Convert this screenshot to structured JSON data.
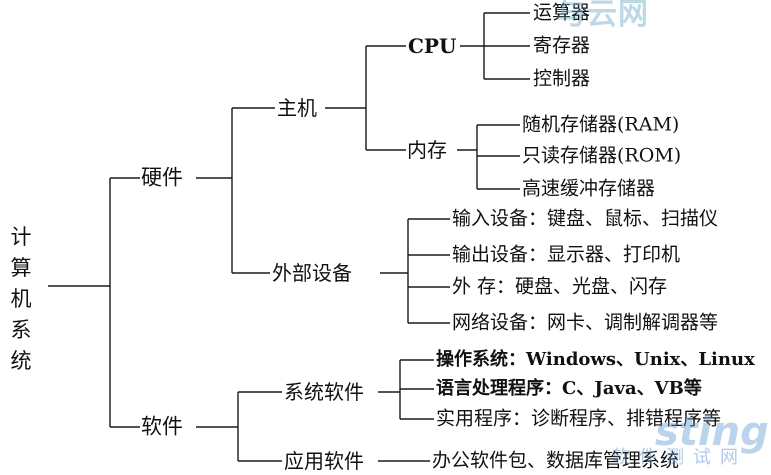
{
  "root": {
    "label": "计算机系统"
  },
  "hardware": {
    "label": "硬件",
    "host": {
      "label": "主机",
      "cpu": {
        "label": "CPU",
        "items": [
          "运算器",
          "寄存器",
          "控制器"
        ]
      },
      "memory": {
        "label": "内存",
        "items": [
          "随机存储器(RAM)",
          "只读存储器(ROM)",
          "高速缓冲存储器"
        ]
      }
    },
    "peripherals": {
      "label": "外部设备",
      "items": [
        "输入设备：键盘、鼠标、扫描仪",
        "输出设备：显示器、打印机",
        "外 存：硬盘、光盘、闪存",
        "网络设备：网卡、调制解调器等"
      ]
    }
  },
  "software": {
    "label": "软件",
    "system": {
      "label": "系统软件",
      "items": [
        "操作系统：Windows、Unix、Linux",
        "语言处理程序：C、Java、VB等",
        "实用程序：诊断程序、排错程序等"
      ]
    },
    "application": {
      "label": "应用软件",
      "items": [
        "办公软件包、数据库管理系统"
      ]
    }
  },
  "watermarks": {
    "top": "与云网",
    "bottom": "sting",
    "bottom_sub": "软件测试网"
  }
}
